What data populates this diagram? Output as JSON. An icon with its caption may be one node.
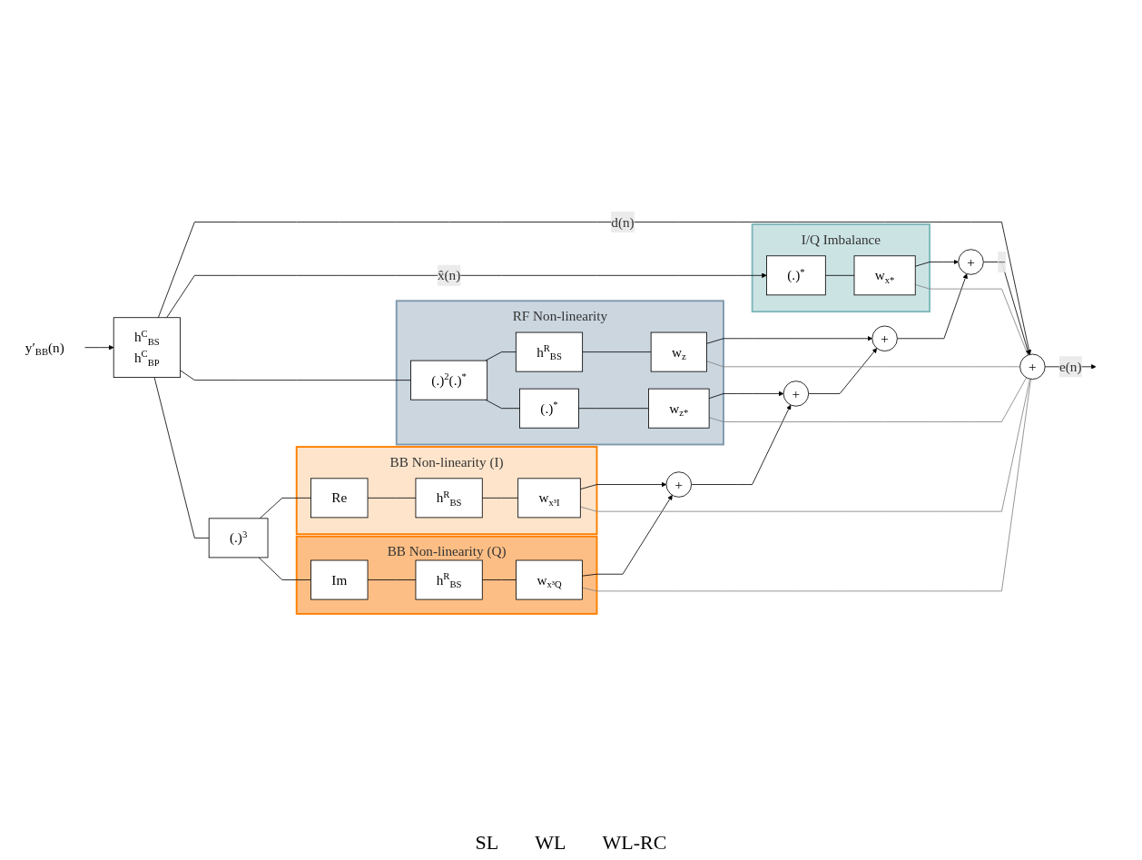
{
  "diagram": {
    "nodes": [
      {
        "text": [
          "y′$_{BB}$(n)"
        ]
      },
      {
        "text": [
          "h$^{C}$$_{BS}$",
          "h$^{C}$$_{BP}$"
        ]
      },
      {
        "text": [
          "I/Q Imbalance"
        ]
      },
      {
        "text": [
          "(.)$^{*}$"
        ],
        "in": 2
      },
      {
        "text": [
          "w$_{x*}$"
        ],
        "in": 2
      },
      {
        "text": [
          "RF Non-linearity"
        ]
      },
      {
        "text": [
          "(.)$^{2}$(.)$^{*}$"
        ],
        "in": 5
      },
      {
        "text": [
          "h$^{R}$$_{BS}$"
        ],
        "in": 5
      },
      {
        "text": [
          "w$_{z}$"
        ],
        "in": 5
      },
      {
        "text": [
          "(.)$^{*}$"
        ],
        "in": 5
      },
      {
        "text": [
          "w$_{z*}$"
        ],
        "in": 5
      },
      {
        "text": [
          "BB Non-linearity (I)"
        ]
      },
      {
        "text": [
          "Re"
        ],
        "in": 11
      },
      {
        "text": [
          "h$^{R}$$_{BS}$"
        ],
        "in": 11
      },
      {
        "text": [
          "w$_{x³I}$"
        ],
        "in": 11
      },
      {
        "text": [
          "BB Non-linearity (Q)"
        ]
      },
      {
        "text": [
          "(.)$^{3}$"
        ]
      },
      {
        "text": [
          "Im"
        ],
        "in": 15
      },
      {
        "text": [
          "h$^{R}$$_{BS}$"
        ],
        "in": 15
      },
      {
        "text": [
          "w$_{x³Q}$"
        ],
        "in": 15
      },
      {
        "text": [
          "+"
        ]
      },
      {
        "text": [
          "+"
        ]
      },
      {
        "text": [
          "+"
        ]
      },
      {
        "text": [
          "+"
        ]
      },
      {
        "text": [
          "+"
        ]
      }
    ],
    "edges": [
      {
        "from": 0,
        "to": 1,
        "arrow": "to"
      },
      {
        "from": 1,
        "to": 20,
        "arrow": "to",
        "label": "d(n)"
      },
      {
        "from": 1,
        "to": 3,
        "arrow": "to",
        "label": "x̂(n)"
      },
      {
        "from": 1,
        "to": 6,
        "arrow": "none"
      },
      {
        "from": 1,
        "to": 16,
        "arrow": "none"
      },
      {
        "from": 3,
        "to": 4,
        "arrow": "none"
      },
      {
        "from": 6,
        "to": 7,
        "arrow": "none"
      },
      {
        "from": 7,
        "to": 8,
        "arrow": "none"
      },
      {
        "from": 6,
        "to": 9,
        "arrow": "none"
      },
      {
        "from": 9,
        "to": 10,
        "arrow": "none"
      },
      {
        "from": 16,
        "to": 12,
        "arrow": "none"
      },
      {
        "from": 12,
        "to": 13,
        "arrow": "none"
      },
      {
        "from": 13,
        "to": 14,
        "arrow": "none"
      },
      {
        "from": 16,
        "to": 17,
        "arrow": "none"
      },
      {
        "from": 17,
        "to": 18,
        "arrow": "none"
      },
      {
        "from": 18,
        "to": 19,
        "arrow": "none"
      },
      {
        "from": 4,
        "to": 21,
        "arrow": "to"
      },
      {
        "from": 8,
        "to": 22,
        "arrow": "to"
      },
      {
        "from": 10,
        "to": 23,
        "arrow": "to"
      },
      {
        "from": 14,
        "to": 24,
        "arrow": "to"
      },
      {
        "from": 19,
        "to": 24,
        "arrow": "to"
      },
      {
        "from": 24,
        "to": 23,
        "arrow": "to"
      },
      {
        "from": 23,
        "to": 22,
        "arrow": "to"
      },
      {
        "from": 22,
        "to": 21,
        "arrow": "to"
      },
      {
        "from": 21,
        "to": 20,
        "arrow": "to",
        "label": "−"
      },
      {
        "from": 20,
        "to": null,
        "arrow": "to",
        "label": "e(n)"
      },
      {
        "from": 20,
        "to": 4,
        "arrow": "none",
        "color": "#808080"
      },
      {
        "from": 20,
        "to": 8,
        "arrow": "none",
        "color": "#808080"
      },
      {
        "from": 20,
        "to": 10,
        "arrow": "none",
        "color": "#808080"
      },
      {
        "from": 20,
        "to": 14,
        "arrow": "none",
        "color": "#808080"
      },
      {
        "from": 20,
        "to": 19,
        "arrow": "none",
        "color": "#808080"
      }
    ],
    "labels": [
      "SL",
      "WL",
      "WL-RC"
    ]
  }
}
